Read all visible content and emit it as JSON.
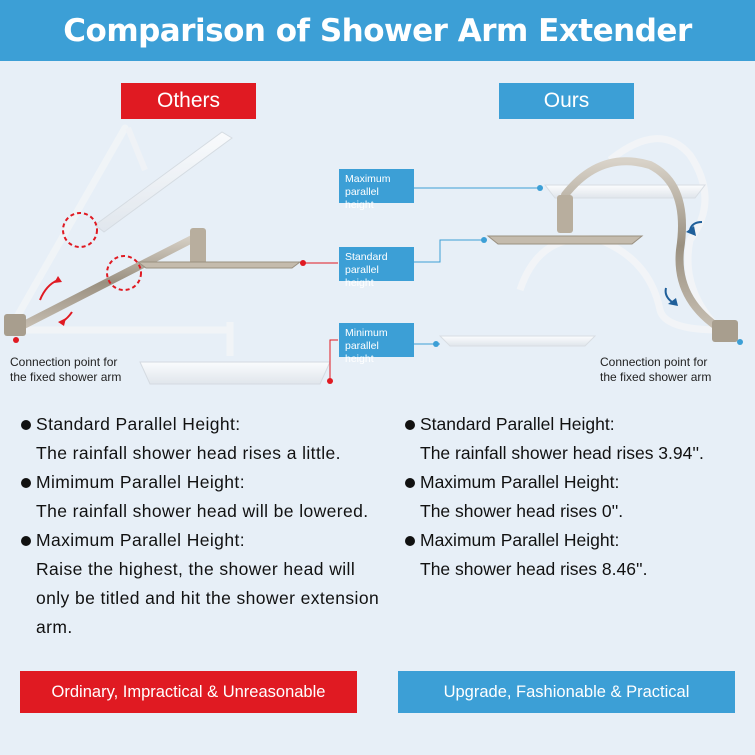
{
  "title": "Comparison of Shower Arm Extender",
  "others_label": "Others",
  "ours_label": "Ours",
  "callouts": {
    "maximum": "Maximum parallel height",
    "standard": "Standard parallel height",
    "minimum": "Minimum parallel height"
  },
  "connection_label_left": "Connection point for\nthe fixed shower arm",
  "connection_label_right": "Connection point for\nthe fixed shower arm",
  "left_points": [
    {
      "title": "Standard Parallel Height:",
      "body": "The rainfall shower head rises a little."
    },
    {
      "title": "Mimimum Parallel Height:",
      "body": "The rainfall shower head will be lowered."
    },
    {
      "title": "Maximum Parallel Height:",
      "body": "Raise the highest, the shower head will only be titled and hit the shower extension arm."
    }
  ],
  "right_points": [
    {
      "title": "Standard Parallel Height:",
      "body": "The rainfall shower head rises 3.94''."
    },
    {
      "title": "Maximum Parallel Height:",
      "body": "The shower head rises 0''."
    },
    {
      "title": "Maximum Parallel Height:",
      "body": "The shower head rises 8.46''."
    }
  ],
  "footer_left": "Ordinary, Impractical & Unreasonable",
  "footer_right": "Upgrade, Fashionable & Practical",
  "colors": {
    "blue": "#3c9fd6",
    "red": "#e01a22",
    "background": "#e7eff7"
  }
}
